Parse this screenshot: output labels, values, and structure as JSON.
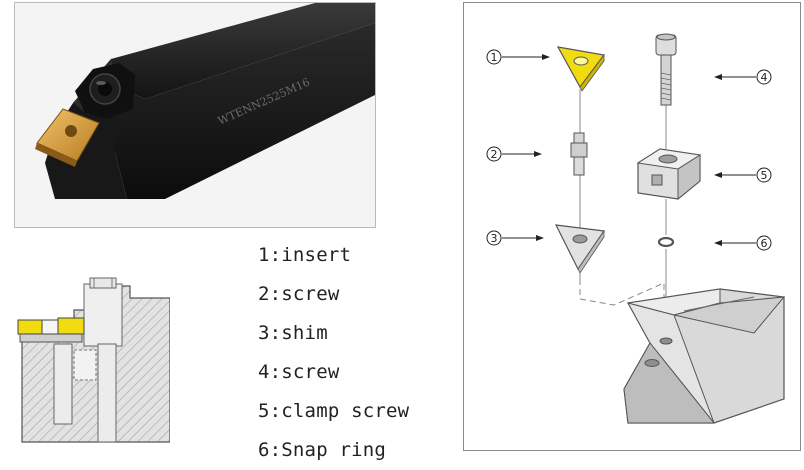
{
  "photo": {
    "engraving": "WTENN2525M16"
  },
  "legend": {
    "items": [
      {
        "number": "1",
        "text": "1:insert"
      },
      {
        "number": "2",
        "text": "2:screw"
      },
      {
        "number": "3",
        "text": "3:shim"
      },
      {
        "number": "4",
        "text": "4:screw"
      },
      {
        "number": "5",
        "text": "5:clamp screw"
      },
      {
        "number": "6",
        "text": "6:Snap ring"
      }
    ]
  },
  "callouts": {
    "c1": "1",
    "c2": "2",
    "c3": "3",
    "c4": "4",
    "c5": "5",
    "c6": "6"
  },
  "colors": {
    "insert_gold": "#e0a63c",
    "insert_yellow": "#f0dc10",
    "holder_black": "#1c1c1c",
    "part_grey": "#d8d8d8",
    "hatch": "#a8a8a8"
  }
}
